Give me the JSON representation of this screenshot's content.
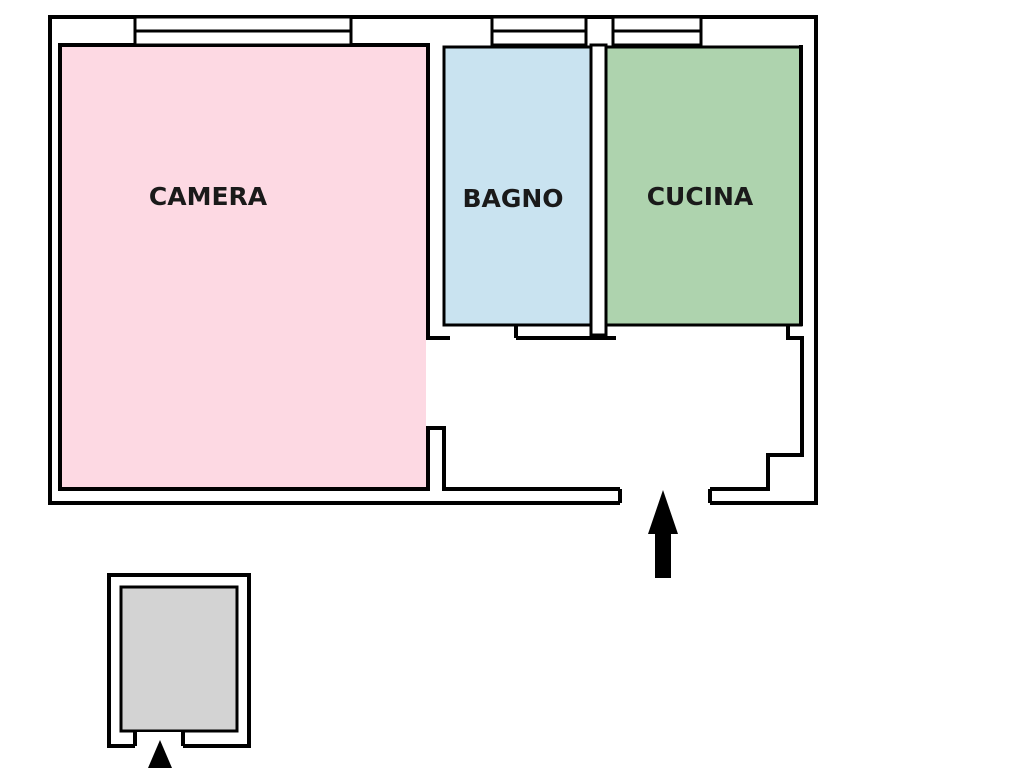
{
  "plan": {
    "rooms": [
      {
        "id": "camera",
        "label": "CAMERA",
        "color": "#fdd9e3"
      },
      {
        "id": "bagno",
        "label": "BAGNO",
        "color": "#c9e3f0"
      },
      {
        "id": "cucina",
        "label": "CUCINA",
        "color": "#aed3ae"
      }
    ],
    "storage_color": "#d3d3d3",
    "wall_color": "#000000"
  }
}
